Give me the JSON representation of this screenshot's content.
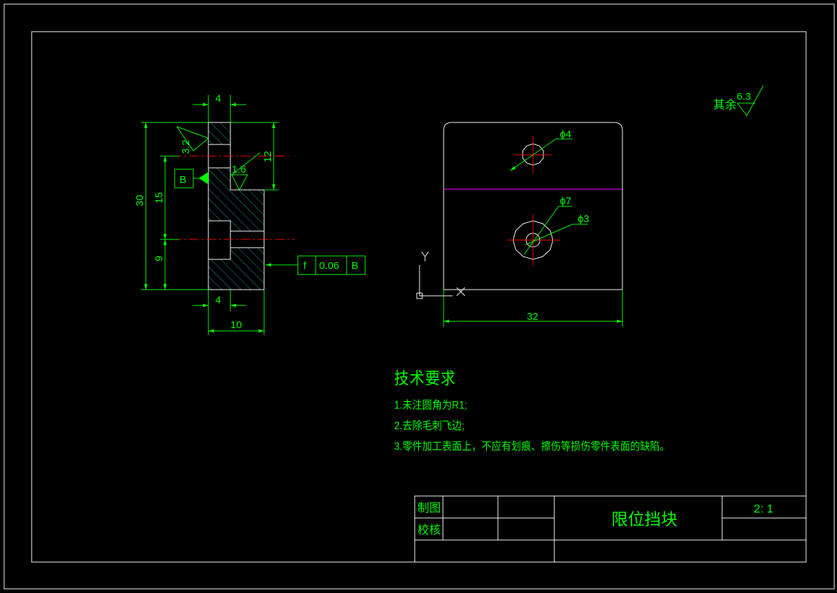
{
  "dims": {
    "left_width": "4",
    "left_height_30": "30",
    "left_height_15": "15",
    "left_height_9": "9",
    "left_height_12": "12",
    "bottom_width_4": "4",
    "bottom_width_10": "10",
    "right_width_32": "32",
    "dia_4": "ϕ4",
    "dia_7": "ϕ7",
    "dia_3": "ϕ3"
  },
  "roughness": {
    "r1": "3.2",
    "r2": "1.6",
    "other_label": "其余",
    "other_value": "6.3"
  },
  "datum": {
    "label": "B"
  },
  "tolerance_frame": {
    "symbol": "f",
    "value": "0.06",
    "datum": "B"
  },
  "ucs": {
    "y": "Y",
    "x": "X"
  },
  "notes": {
    "title": "技术要求",
    "lines": [
      "1.未注圆角为R1;",
      "2.去除毛刺飞边;",
      "3.零件加工表面上，不应有划痕、擦伤等损伤零件表面的缺陷。"
    ]
  },
  "title_block": {
    "drawn_by": "制图",
    "checked_by": "校核",
    "part_name": "限位挡块",
    "scale": "2: 1"
  },
  "colors": {
    "background": "#000000",
    "primary": "#00ff00",
    "outline": "#ffffff",
    "centerline": "#ff0000",
    "hatch": "#00a0a0",
    "section_line": "#ff00ff"
  }
}
